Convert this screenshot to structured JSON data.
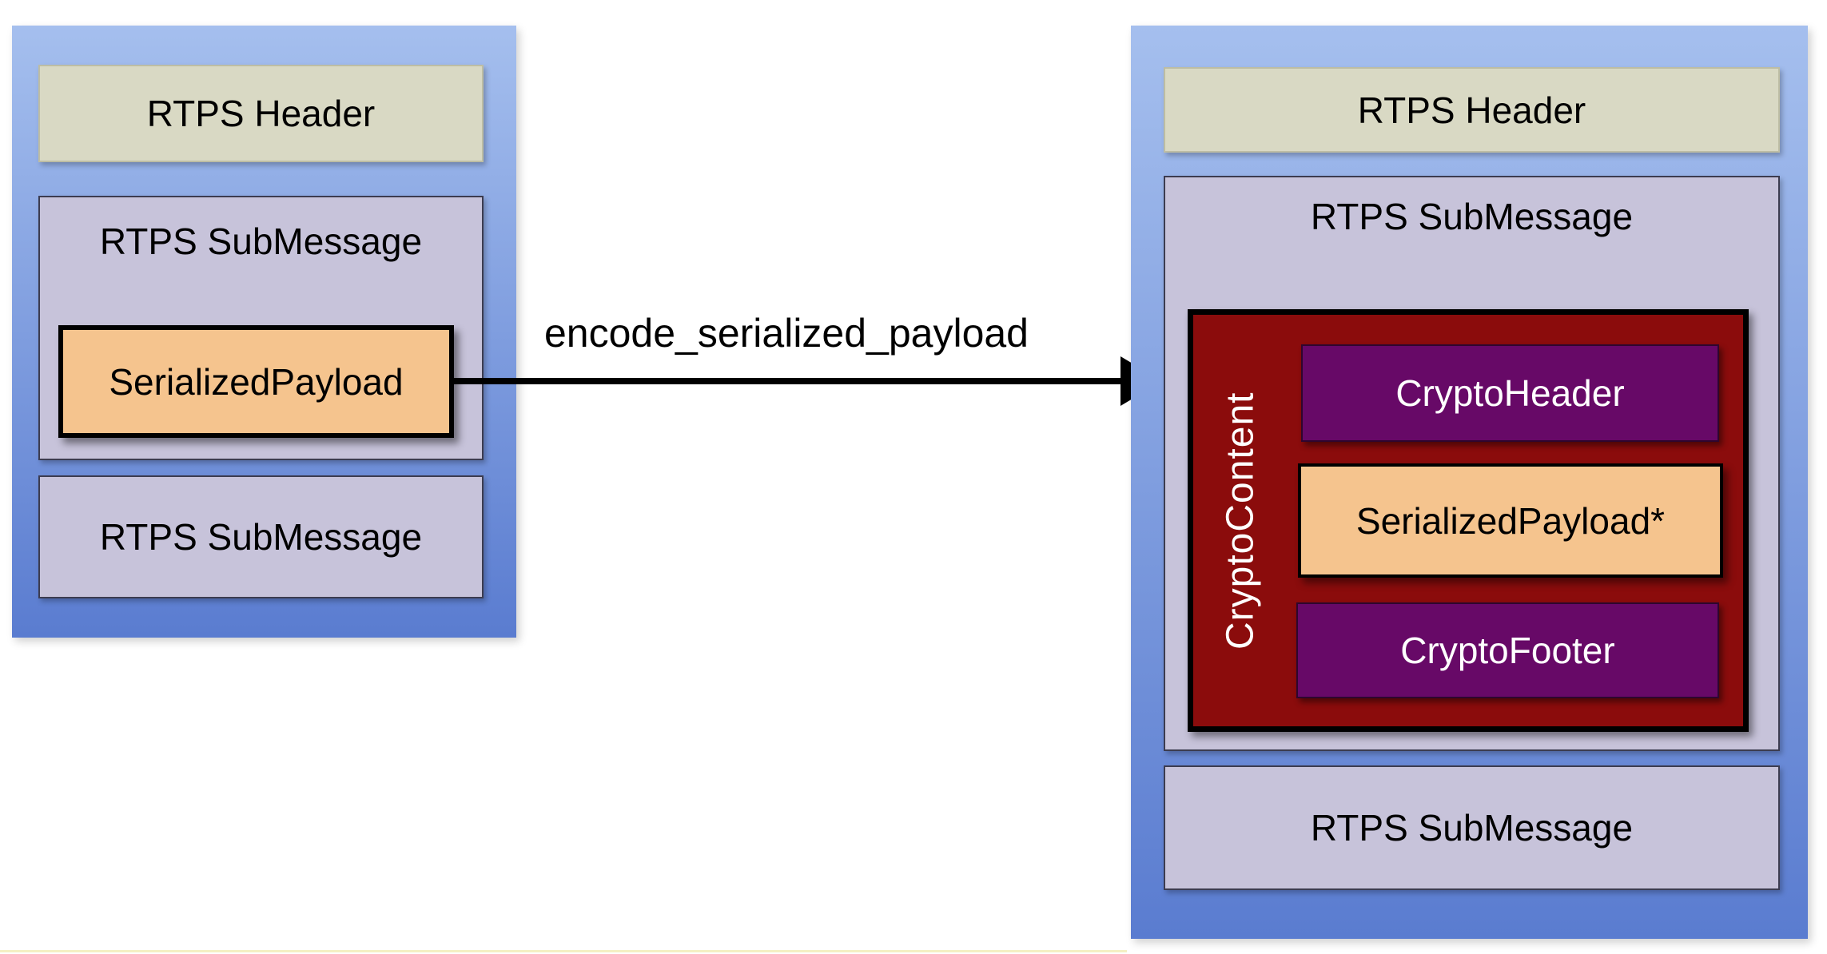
{
  "arrow": {
    "label": "encode_serialized_payload"
  },
  "left": {
    "header": "RTPS Header",
    "submessage_top": "RTPS SubMessage",
    "payload": "SerializedPayload",
    "submessage_bottom": "RTPS SubMessage"
  },
  "right": {
    "header": "RTPS Header",
    "submessage_top": "RTPS SubMessage",
    "crypto_content": "CryptoContent",
    "crypto_header": "CryptoHeader",
    "payload": "SerializedPayload*",
    "crypto_footer": "CryptoFooter",
    "submessage_bottom": "RTPS SubMessage"
  },
  "colors": {
    "container_blue_top": "#a5bfee",
    "container_blue_bottom": "#5a7cd0",
    "header_tan": "#d9d9c4",
    "submessage_lavender": "#c7c3da",
    "crypto_red": "#8b0c0c",
    "crypto_purple": "#670967",
    "payload_orange": "#f5c48e",
    "arrow_black": "#000000"
  }
}
